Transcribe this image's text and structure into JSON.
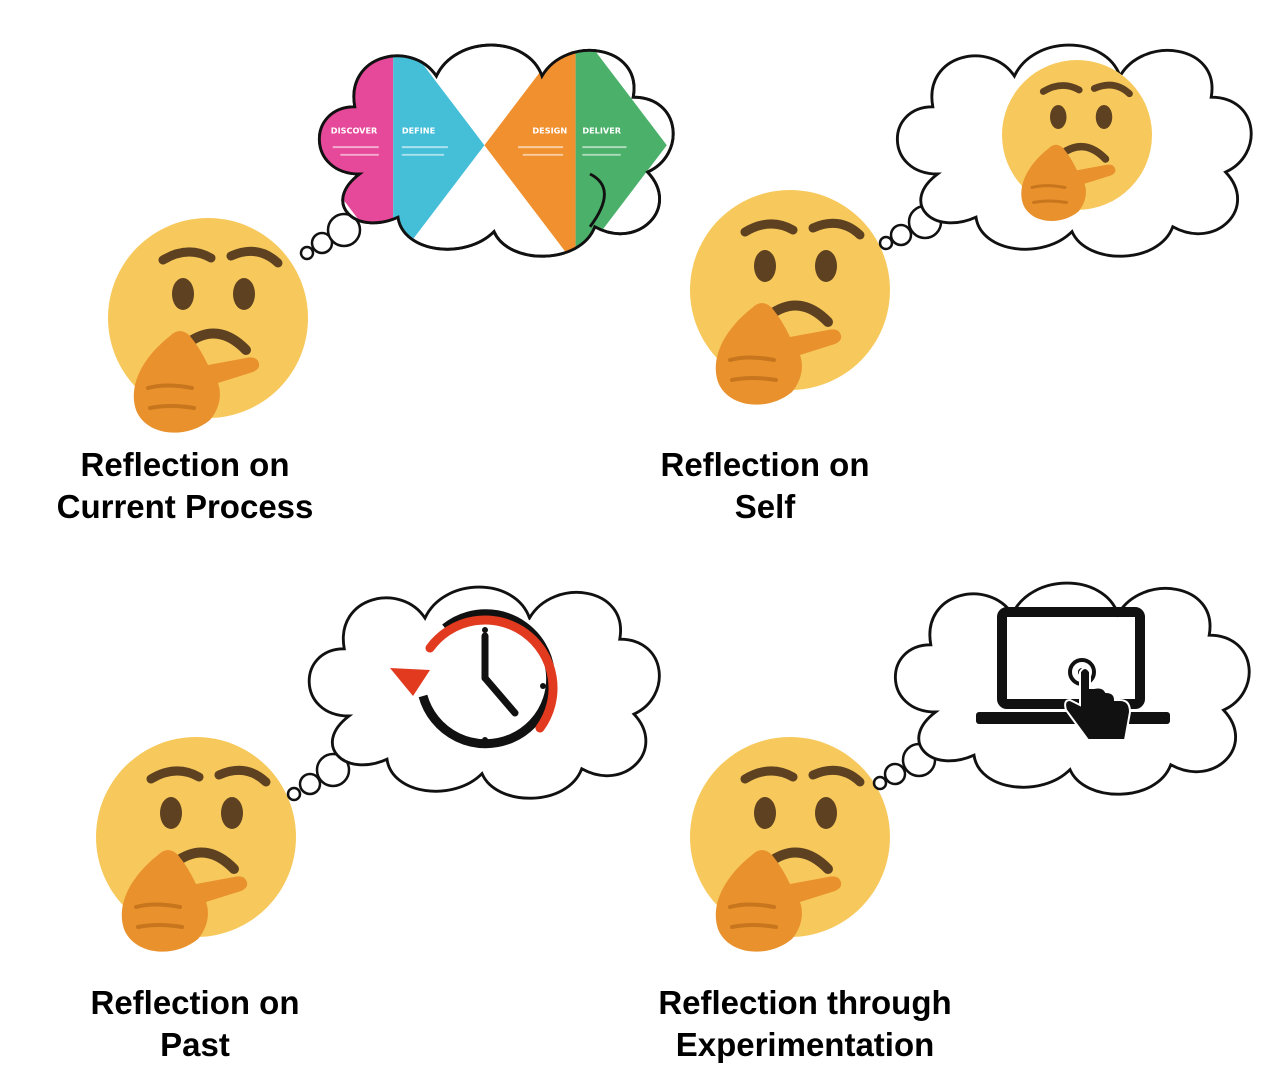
{
  "panels": [
    {
      "id": "current-process",
      "caption": [
        "Reflection on",
        "Current Process"
      ],
      "thought_icon": "double-diamond-icon"
    },
    {
      "id": "self",
      "caption": [
        "Reflection on",
        "Self"
      ],
      "thought_icon": "thinking-face-icon"
    },
    {
      "id": "past",
      "caption": [
        "Reflection on",
        "Past"
      ],
      "thought_icon": "clock-history-icon"
    },
    {
      "id": "experimentation",
      "caption": [
        "Reflection through",
        "Experimentation"
      ],
      "thought_icon": "laptop-click-icon"
    }
  ],
  "double_diamond": {
    "stages": [
      "DISCOVER",
      "DEFINE",
      "DESIGN",
      "DELIVER"
    ],
    "colors": [
      "#E6489A",
      "#45BFD8",
      "#F0902F",
      "#4BB06A"
    ]
  },
  "colors": {
    "face": "#F7C95C",
    "face_features": "#5E4120",
    "hand": "#E9912D",
    "clock_arrow": "#E23A1F"
  }
}
